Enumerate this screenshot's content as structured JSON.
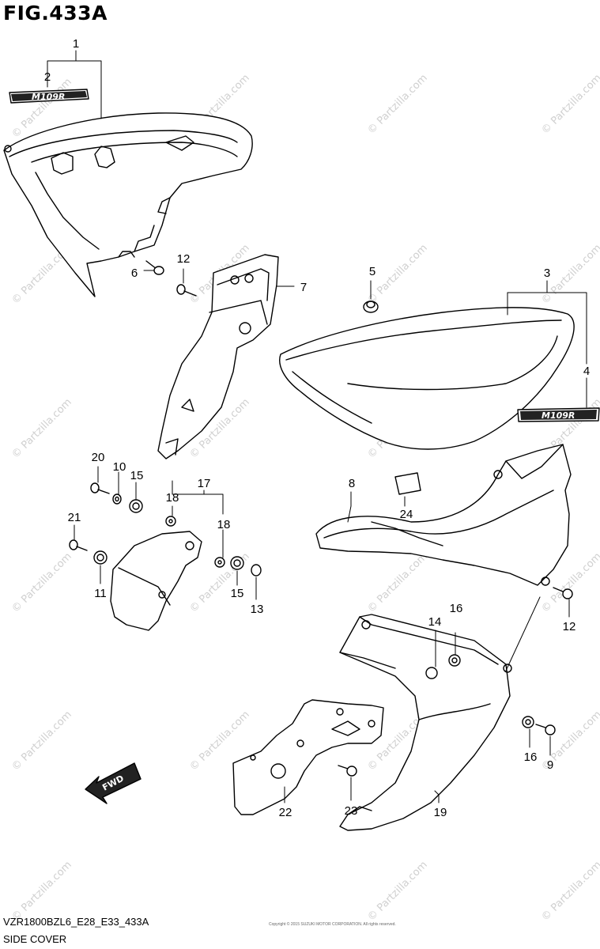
{
  "figure": {
    "title": "FIG.433A",
    "model_code": "VZR1800BZL6_E28_E33_433A",
    "caption": "SIDE COVER",
    "copyright": "Copyright © 2015 SUZUKI MOTOR CORPORATION. All rights reserved."
  },
  "watermark": "© Partzilla.com",
  "badge_text": "M109R",
  "fwd_label": "FWD",
  "callouts": [
    "1",
    "2",
    "3",
    "4",
    "5",
    "6",
    "7",
    "8",
    "9",
    "10",
    "11",
    "12",
    "12",
    "13",
    "14",
    "15",
    "15",
    "16",
    "16",
    "17",
    "18",
    "18",
    "19",
    "20",
    "21",
    "22",
    "23",
    "24"
  ]
}
